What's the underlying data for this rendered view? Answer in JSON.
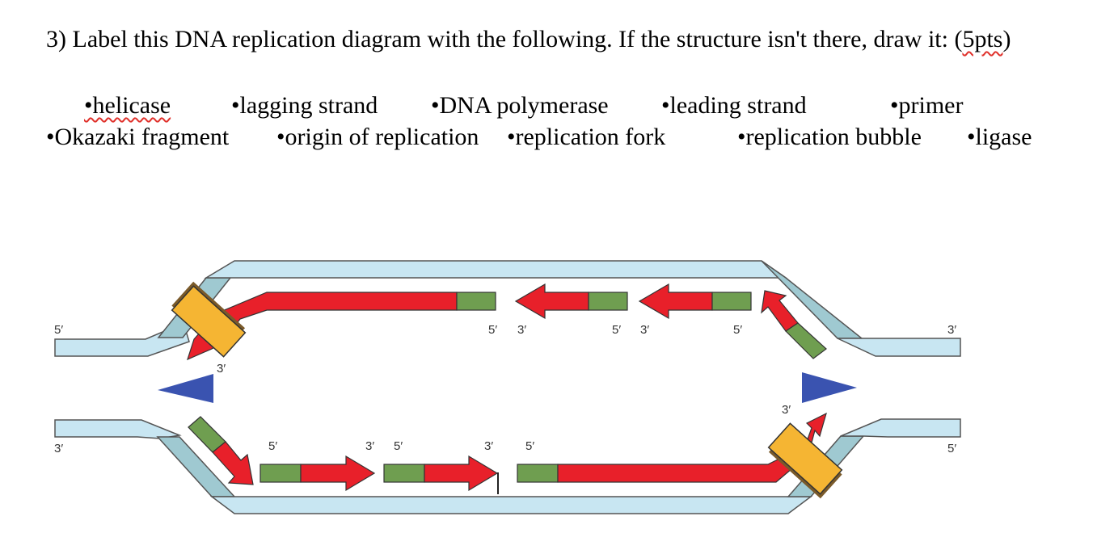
{
  "question": {
    "prefix": "3) Label this DNA replication diagram with the following. If the structure isn't there, draw it: (",
    "pts": "5pts",
    "suffix": ")"
  },
  "terms": [
    "•helicase",
    "•lagging strand",
    "•DNA polymerase",
    "•leading strand",
    "•primer",
    "•Okazaki fragment",
    "•origin of replication",
    "•replication fork",
    "•replication bubble",
    "•ligase"
  ],
  "strand_labels": {
    "top_left": "5′",
    "top_right": "3′",
    "bottom_left": "3′",
    "bottom_right": "5′",
    "top_frag1_5": "5′",
    "top_frag1_3": "3′",
    "top_frag2_5": "5′",
    "top_frag2_3": "3′",
    "top_frag3_5": "5′",
    "left_helicase_3": "3′",
    "bot_frag1_5": "5′",
    "bot_frag1_3": "3′",
    "bot_frag2_5": "5′",
    "bot_frag2_3": "3′",
    "bot_frag3_5": "5′",
    "right_helicase_3": "3′"
  },
  "colors": {
    "parent_strand_fill": "#c8e6f2",
    "parent_strand_diag": "#9fc9d1",
    "new_strand": "#e8202a",
    "primer": "#6f9e50",
    "helicase": "#f5b533",
    "helicase_shadow": "#7a5a2a",
    "topoisomerase": "#3a53b0"
  },
  "icons": {
    "left_triangle": "fork-direction-left-icon",
    "right_triangle": "fork-direction-right-icon"
  }
}
